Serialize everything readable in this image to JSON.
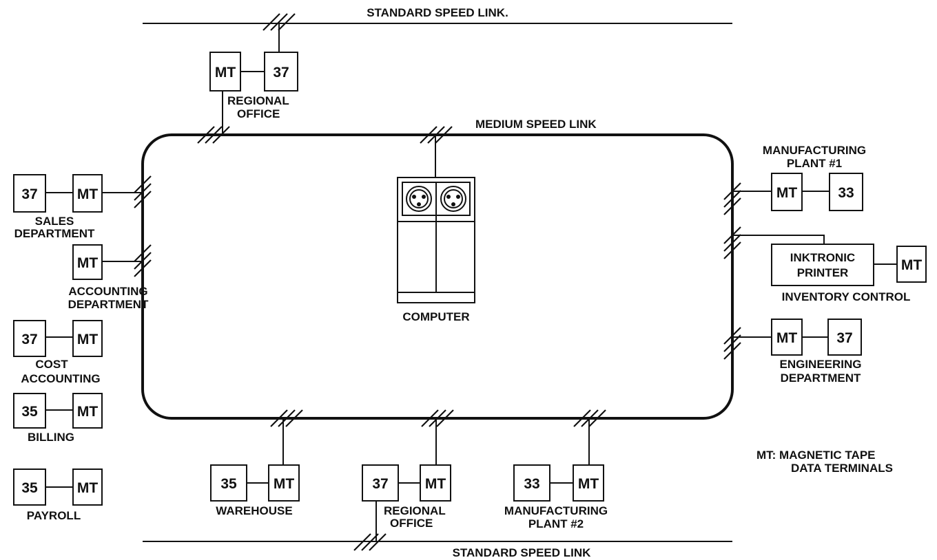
{
  "links": {
    "top": "STANDARD SPEED LINK.",
    "medium": "MEDIUM SPEED LINK",
    "bottom": "STANDARD SPEED LINK"
  },
  "computer": {
    "label": "COMPUTER"
  },
  "box_labels": {
    "mt": "MT",
    "t37": "37",
    "t35": "35",
    "t33": "33",
    "printer_line1": "INKTRONIC",
    "printer_line2": "PRINTER"
  },
  "stations": {
    "regional_office_top": [
      "REGIONAL",
      "OFFICE"
    ],
    "sales": [
      "SALES",
      "DEPARTMENT"
    ],
    "accounting": [
      "ACCOUNTING",
      "DEPARTMENT"
    ],
    "cost_accounting": [
      "COST",
      "ACCOUNTING"
    ],
    "billing": [
      "BILLING"
    ],
    "payroll": [
      "PAYROLL"
    ],
    "manufacturing_1": [
      "MANUFACTURING",
      "PLANT #1"
    ],
    "inventory": [
      "INVENTORY CONTROL"
    ],
    "engineering": [
      "ENGINEERING",
      "DEPARTMENT"
    ],
    "warehouse": [
      "WAREHOUSE"
    ],
    "regional_office_bottom": [
      "REGIONAL",
      "OFFICE"
    ],
    "manufacturing_2": [
      "MANUFACTURING",
      "PLANT #2"
    ]
  },
  "legend": [
    "MT: MAGNETIC TAPE",
    "DATA TERMINALS"
  ]
}
